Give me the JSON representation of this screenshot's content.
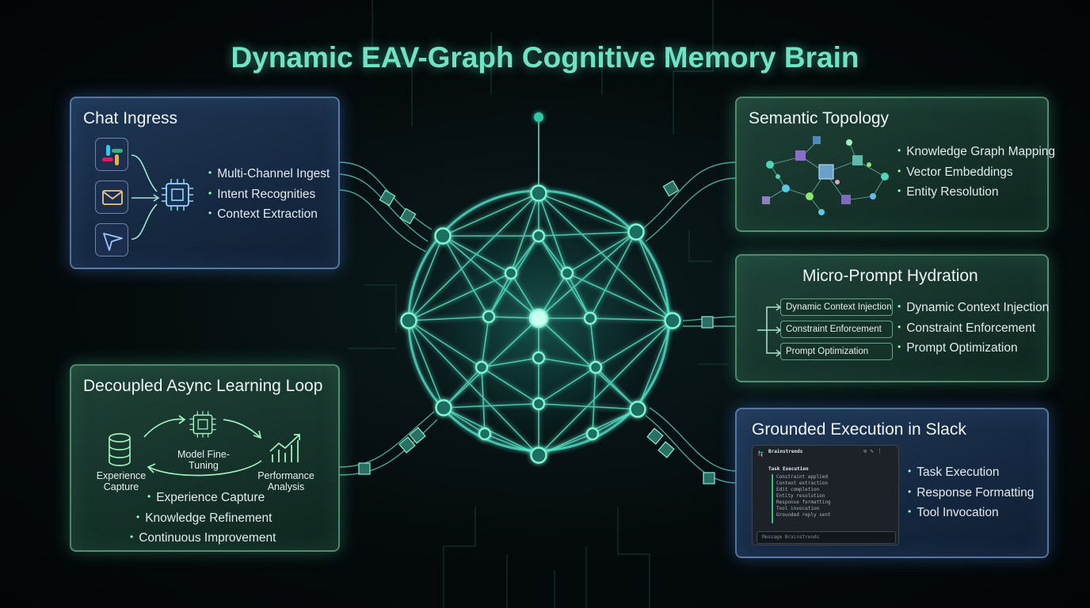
{
  "title": "Dynamic EAV-Graph Cognitive Memory Brain",
  "colors": {
    "accent": "#6fe3c3",
    "node": "#7ff7d5",
    "blue_panel": "#24406a",
    "green_panel": "#24523f"
  },
  "panels": {
    "chat_ingress": {
      "title": "Chat Ingress",
      "icons": [
        "slack-icon",
        "mail-icon",
        "send-icon",
        "chip-icon"
      ],
      "bullets": [
        "Multi-Channel Ingest",
        "Intent Recognities",
        "Context Extraction"
      ]
    },
    "semantic_topology": {
      "title": "Semantic Topology",
      "bullets": [
        "Knowledge Graph Mapping",
        "Vector Embeddings",
        "Entity Resolution"
      ]
    },
    "micro_prompt": {
      "title": "Micro-Prompt Hydration",
      "pills": [
        "Dynamic Context Injection",
        "Constraint Enforcement",
        "Prompt Optimization"
      ],
      "bullets": [
        "Dynamic Context Injection",
        "Constraint Enforcement",
        "Prompt Optimization"
      ]
    },
    "learning_loop": {
      "title": "Decoupled Async Learning Loop",
      "nodes": {
        "capture": "Experience Capture",
        "model": "Model Fine-Tuning",
        "analysis": "Performance Analysis"
      },
      "bullets": [
        "Experience Capture",
        "Knowledge Refinement",
        "Continuous Improvement"
      ]
    },
    "grounded_execution": {
      "title": "Grounded Execution in Slack",
      "bullets": [
        "Task Execution",
        "Response Formatting",
        "Tool Invocation"
      ],
      "slack_preview": {
        "app_name": "Brainstrends",
        "message_title": "Task Execution",
        "lines": [
          "Constraint applied",
          "Context extraction",
          "Edit completion",
          "Entity resolution",
          "Response formatting",
          "Tool invocation",
          "Grounded reply sent"
        ],
        "composer_placeholder": "Message Brainstrends"
      }
    }
  }
}
